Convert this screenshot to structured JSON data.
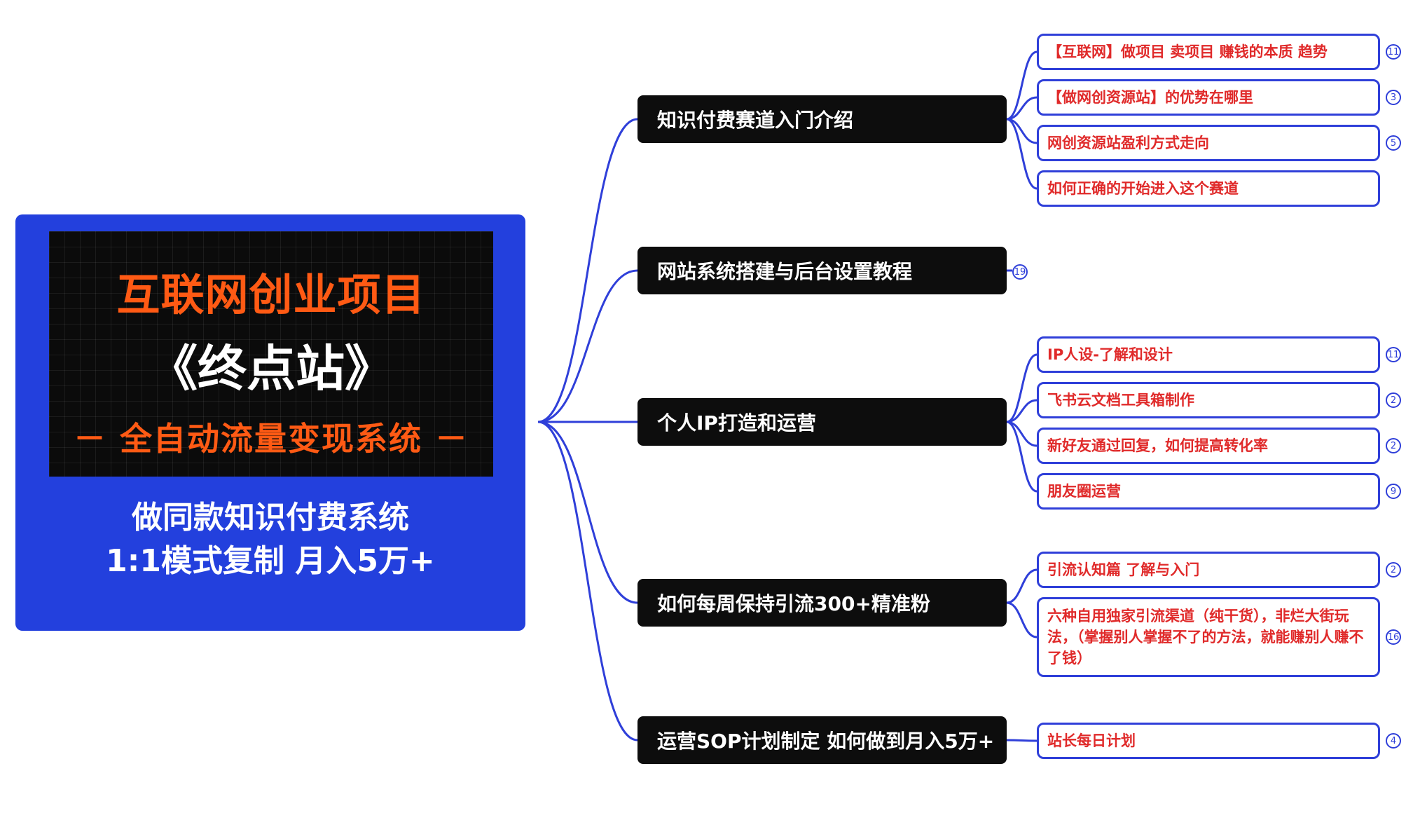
{
  "colors": {
    "connector": "#2f3fd9",
    "root_bg": "#2340dd",
    "branch_bg": "#0d0d0d",
    "leaf_border": "#2f3fd9",
    "leaf_text": "#e02a2a",
    "title_orange": "#ff5a14"
  },
  "root": {
    "banner_title": "互联网创业项目",
    "banner_subtitle": "《终点站》",
    "banner_tagline": "－ 全自动流量变现系统 －",
    "line1": "做同款知识付费系统",
    "line2": "1:1模式复制  月入5万+"
  },
  "branches": [
    {
      "label": "知识付费赛道入门介绍",
      "children": [
        {
          "label": "【互联网】做项目 卖项目 赚钱的本质 趋势",
          "count": "11"
        },
        {
          "label": "【做网创资源站】的优势在哪里",
          "count": "3"
        },
        {
          "label": "网创资源站盈利方式走向",
          "count": "5"
        },
        {
          "label": "如何正确的开始进入这个赛道",
          "count": ""
        }
      ]
    },
    {
      "label": "网站系统搭建与后台设置教程",
      "count": "19",
      "children": []
    },
    {
      "label": "个人IP打造和运营",
      "children": [
        {
          "label": "IP人设-了解和设计",
          "count": "11"
        },
        {
          "label": "飞书云文档工具箱制作",
          "count": "2"
        },
        {
          "label": "新好友通过回复，如何提高转化率",
          "count": "2"
        },
        {
          "label": "朋友圈运营",
          "count": "9"
        }
      ]
    },
    {
      "label": "如何每周保持引流300+精准粉",
      "children": [
        {
          "label": "引流认知篇  了解与入门",
          "count": "2"
        },
        {
          "label": "六种自用独家引流渠道（纯干货），非烂大街玩法，（掌握别人掌握不了的方法，就能赚别人赚不了钱）",
          "count": "16"
        }
      ]
    },
    {
      "label": "运营SOP计划制定 如何做到月入5万+",
      "children": [
        {
          "label": "站长每日计划",
          "count": "4"
        }
      ]
    }
  ]
}
